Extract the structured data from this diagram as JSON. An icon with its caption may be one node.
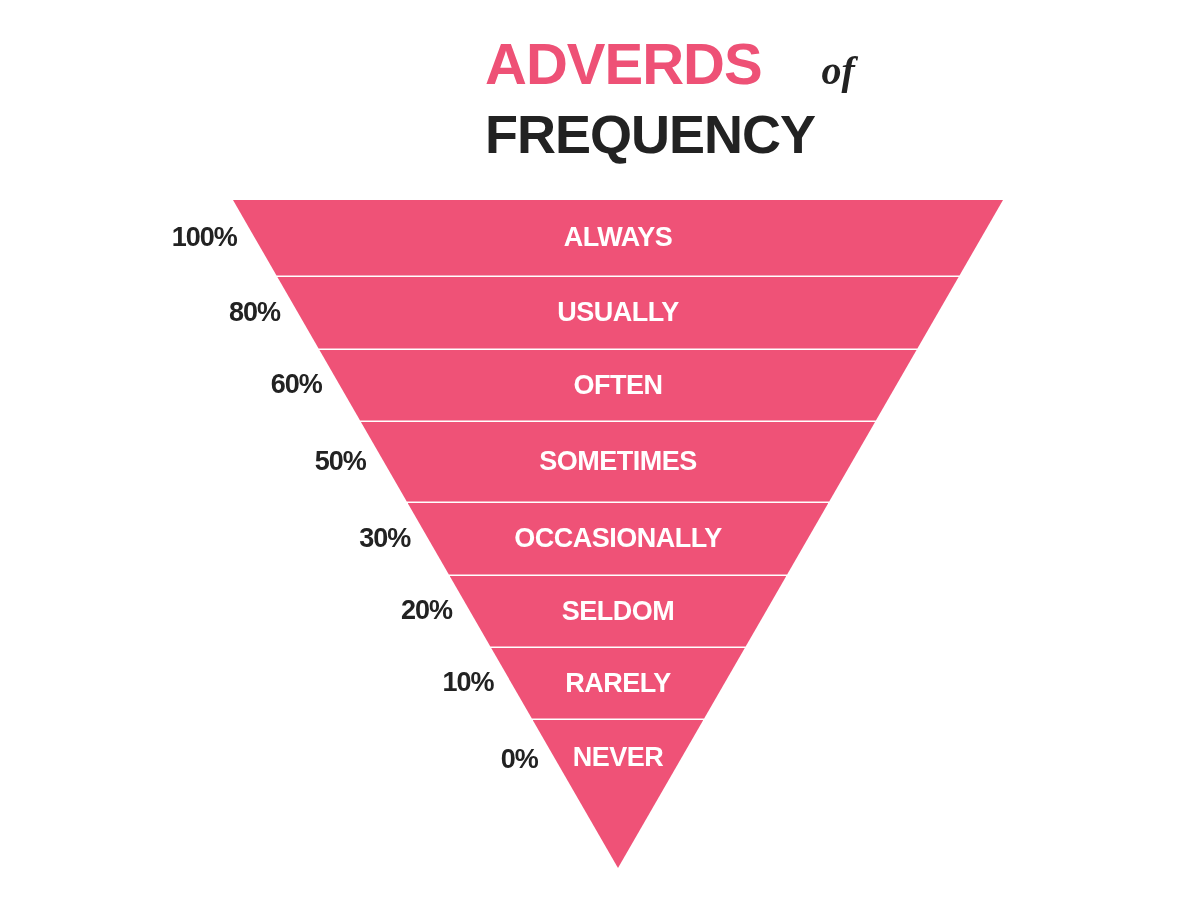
{
  "diagram": {
    "title": "ADVERDS of FREQUENCY",
    "nodes": [
      {
        "text": [
          "ALWAYS"
        ],
        "beside": [
          "100%"
        ]
      },
      {
        "text": [
          "USUALLY"
        ],
        "beside": [
          "80%"
        ]
      },
      {
        "text": [
          "OFTEN"
        ],
        "beside": [
          "60%"
        ]
      },
      {
        "text": [
          "SOMETIMES"
        ],
        "beside": [
          "50%"
        ]
      },
      {
        "text": [
          "OCCASIONALLY"
        ],
        "beside": [
          "30%"
        ]
      },
      {
        "text": [
          "SELDOM"
        ],
        "beside": [
          "20%"
        ]
      },
      {
        "text": [
          "RARELY"
        ],
        "beside": [
          "10%"
        ]
      },
      {
        "text": [
          "NEVER"
        ],
        "beside": [
          "0%"
        ]
      }
    ]
  }
}
